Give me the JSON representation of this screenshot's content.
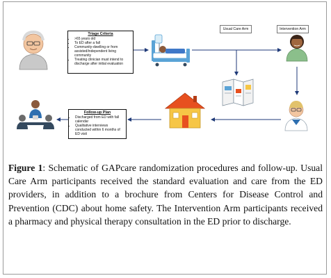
{
  "triage": {
    "title": "Triage Criteria",
    "items": [
      ">65 years old",
      "To ED after a fall",
      "Community-dwelling or from assisted/independent living community",
      "Treating clinician must intend to discharge after initial evaluation"
    ]
  },
  "followup": {
    "title": "Follow-up Plan",
    "items": [
      "Discharged from ED with fall calendar",
      "Qualitative interviews conducted within 6 months of ED visit"
    ]
  },
  "arms": {
    "usual": "Usual Care Arm",
    "intervention": "Intervention Arm"
  },
  "caption": {
    "label": "Figure 1",
    "text": ": Schematic of GAPcare randomization procedures and follow-up. Usual Care Arm participants received the standard evaluation and care from the ED providers, in addition to a brochure from Centers for Disease Control and Prevention (CDC) about home safety. The Intervention Arm participants received a pharmacy and physical therapy consultation in the ED prior to discharge."
  },
  "colors": {
    "arrow": "#1f3a78",
    "house_wall": "#f6c646",
    "house_roof": "#e7501f",
    "bed": "#5aa3d6",
    "skin": "#f3c6a0",
    "pharmacist_coat": "#8bbf8b"
  },
  "icons": [
    "elderly-patient-icon",
    "hospital-bed-icon",
    "pharmacist-icon",
    "brochure-icon",
    "physical-therapist-icon",
    "house-icon",
    "interview-icon"
  ]
}
